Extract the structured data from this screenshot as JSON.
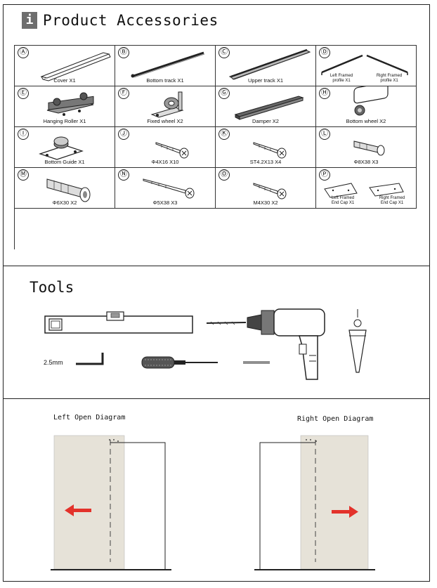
{
  "header": {
    "icon_letter": "i",
    "title": "Product Accessories"
  },
  "accessories": [
    {
      "letter": "Ⓐ",
      "icon": "cover-strip",
      "caption": "Cover X1"
    },
    {
      "letter": "Ⓑ",
      "icon": "bottom-track",
      "caption": "Bottom track X1"
    },
    {
      "letter": "Ⓒ",
      "icon": "upper-track",
      "caption": "Upper track X1"
    },
    {
      "letter": "Ⓓ",
      "icon": "framed-profiles",
      "captions": [
        "Left Framed",
        "profile X1",
        "Right Framed",
        "profile X1"
      ]
    },
    {
      "letter": "Ⓔ",
      "icon": "hanging-roller",
      "caption": "Hanging Roller X1"
    },
    {
      "letter": "Ⓕ",
      "icon": "fixed-wheel",
      "caption": "Fixed wheel X2"
    },
    {
      "letter": "Ⓖ",
      "icon": "damper",
      "caption": "Damper X2"
    },
    {
      "letter": "Ⓗ",
      "icon": "bottom-wheel",
      "caption": "Bottom wheel X2"
    },
    {
      "letter": "Ⓘ",
      "icon": "bottom-guide",
      "caption": "Bottom Guide X1"
    },
    {
      "letter": "Ⓙ",
      "icon": "screw",
      "caption": "Φ4X16  X10"
    },
    {
      "letter": "Ⓚ",
      "icon": "screw",
      "caption": "ST4.2X13  X4"
    },
    {
      "letter": "Ⓛ",
      "icon": "wall-anchor",
      "caption": "Φ8X38  X3"
    },
    {
      "letter": "Ⓜ",
      "icon": "wall-anchor-large",
      "caption": "Φ6X30  X2"
    },
    {
      "letter": "Ⓝ",
      "icon": "long-screw",
      "caption": "Φ5X38  X3"
    },
    {
      "letter": "Ⓞ",
      "icon": "screw",
      "caption": "M4X30  X2"
    },
    {
      "letter": "Ⓟ",
      "icon": "end-caps",
      "captions": [
        "Left Framed",
        "End Cap X1",
        "Right Framed",
        "End Cap X1"
      ]
    }
  ],
  "tools": {
    "title": "Tools",
    "items": [
      "spirit-level",
      "electric-drill",
      "drill-bit",
      "plumb-bob",
      "allen-key",
      "screwdriver",
      "screwdriver-bit"
    ],
    "allen_key_size": "2.5mm"
  },
  "diagrams": {
    "left_title": "Left Open Diagram",
    "right_title": "Right Open Diagram",
    "panel_color": "#e6e2d8",
    "arrow_color": "#e3322b"
  }
}
